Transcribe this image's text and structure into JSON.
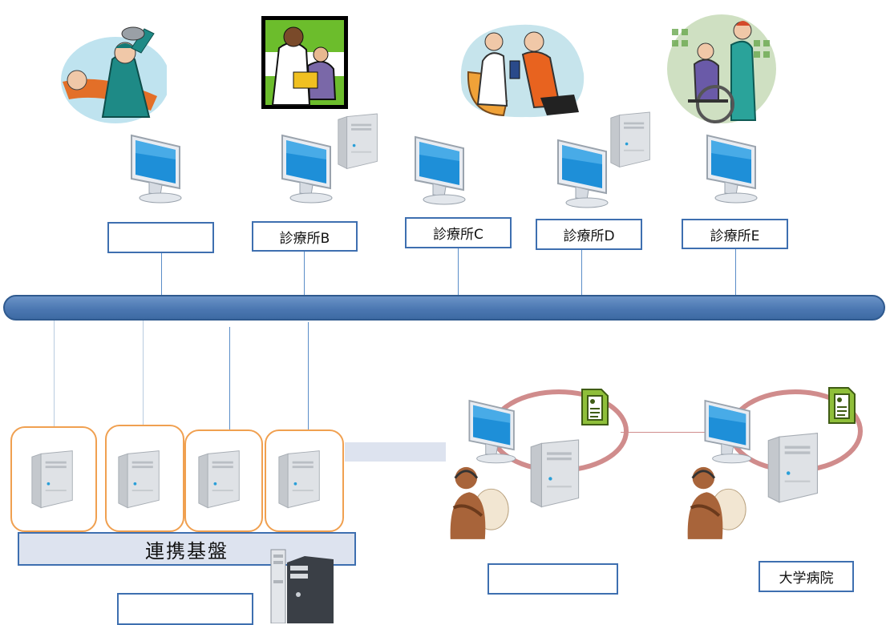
{
  "clinics": [
    {
      "label": ""
    },
    {
      "label": "診療所B"
    },
    {
      "label": "診療所C"
    },
    {
      "label": "診療所D"
    },
    {
      "label": "診療所E"
    }
  ],
  "platform": {
    "label": "連携基盤"
  },
  "platform_name_box": {
    "label": ""
  },
  "hospital_a": {
    "label": ""
  },
  "university_hospital": {
    "label": "大学病院"
  },
  "colors": {
    "bus": "#4a76b0",
    "label_border": "#3e6fb0",
    "server_frame": "#f0a050",
    "link_ring": "#d08c8c",
    "platform_fill": "#dde3ef"
  }
}
